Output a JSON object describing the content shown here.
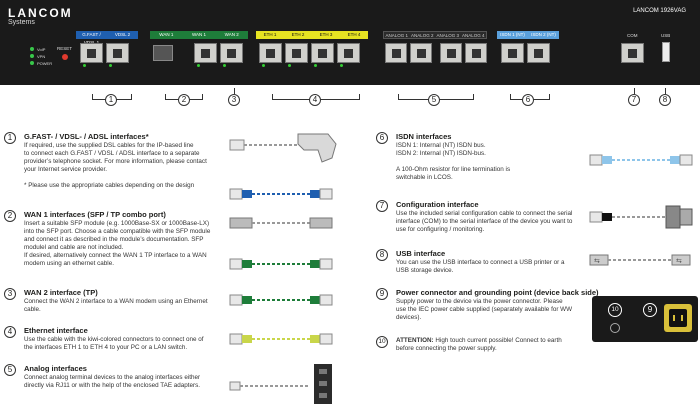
{
  "device": {
    "brand": "LANCOM",
    "brand_sub": "Systems",
    "model": "LANCOM 1926VAG",
    "leds": [
      "VoIP",
      "VPN",
      "POWER"
    ],
    "reset_label": "RESET",
    "com_label": "COM",
    "usb_label": "USB",
    "port_groups": [
      {
        "id": "dsl",
        "labels": [
          "G.FAST / VDSL 1",
          "VDSL 2"
        ],
        "ports": 2,
        "color": "#1f5fb0",
        "text_color": "#ffffff"
      },
      {
        "id": "wan1",
        "labels": [
          "WAN 1"
        ],
        "ports": 0,
        "color": "#1e7d3a",
        "text_color": "#ffffff"
      },
      {
        "id": "wan2",
        "labels": [
          "WAN 1",
          "WAN 2"
        ],
        "ports": 2,
        "color": "#1e7d3a",
        "text_color": "#ffffff"
      },
      {
        "id": "eth",
        "labels": [
          "ETH 1",
          "ETH 2",
          "ETH 3",
          "ETH 4"
        ],
        "ports": 4,
        "color": "#e6e322",
        "text_color": "#111111"
      },
      {
        "id": "analog",
        "labels": [
          "ANALOG 1",
          "ANALOG 2",
          "ANALOG 3",
          "ANALOG 4"
        ],
        "ports": 4,
        "color": "#2b2b2b",
        "text_color": "#cccccc"
      },
      {
        "id": "isdn",
        "labels": [
          "ISDN 1 (NT)",
          "ISDN 2 (NT)"
        ],
        "ports": 2,
        "color": "#5aa0dc",
        "text_color": "#ffffff"
      }
    ]
  },
  "callout_numbers": [
    "1",
    "2",
    "3",
    "4",
    "5",
    "6",
    "7",
    "8"
  ],
  "items": [
    {
      "num": "1",
      "title": "G.FAST- / VDSL- / ADSL interfaces*",
      "body": [
        "If required, use the supplied DSL cables for the IP-based line",
        "to connect each G.FAST / VDSL / ADSL interface to a separate",
        "provider’s telephone socket. For more information, please contact",
        "your Internet service provider.",
        "",
        "* Please use the appropriate cables depending on the design"
      ]
    },
    {
      "num": "2",
      "title": "WAN 1 interfaces (SFP / TP combo port)",
      "body": [
        "Insert a suitable SFP module (e.g. 1000Base-SX or 1000Base-LX)",
        "into the SFP port. Choose a cable compatible with the SFP module",
        "and connect it as described in the module’s documentation. SFP",
        "modulel and cable are not included.",
        "If desired, alternatively connect the WAN 1 TP interface to a WAN",
        "modem using an ethernet cable."
      ]
    },
    {
      "num": "3",
      "title": "WAN 2 interface (TP)",
      "body": [
        "Connect the WAN 2 interface to a WAN modem using an Ethernet",
        "cable."
      ]
    },
    {
      "num": "4",
      "title": "Ethernet interface",
      "body": [
        "Use the cable with the kiwi-colored connectors to connect one of",
        "the interfaces ETH 1 to ETH 4 to your PC or a LAN switch."
      ]
    },
    {
      "num": "5",
      "title": "Analog interfaces",
      "body": [
        "Connect analog terminal devices to the analog interfaces either",
        "directly via RJ11 or with the help of the enclosed TAE adapters."
      ]
    },
    {
      "num": "6",
      "title": "ISDN interfaces",
      "body": [
        "ISDN 1: Internal (NT) ISDN bus.",
        "ISDN 2: Internal (NT) ISDN-bus.",
        "",
        "A 100-Ohm resistor for line termination is",
        "switchable in LCOS."
      ]
    },
    {
      "num": "7",
      "title": "Configuration interface",
      "body": [
        "Use the included serial configuration cable to connect the serial",
        "interface (COM) to the serial interface of the device you want to",
        "use for configuring / monitoring."
      ]
    },
    {
      "num": "8",
      "title": "USB interface",
      "body": [
        "You can use the USB interface to connect a USB printer or a",
        "USB storage device."
      ]
    },
    {
      "num": "9",
      "title": "Power connector and grounding point (device back side)",
      "body": [
        "Supply power to the device via the power connector. Please",
        "use the IEC power cable supplied (separately available for WW",
        "devices)."
      ]
    },
    {
      "num": "10",
      "title": "",
      "attention_label": "ATTENTION:",
      "attention_text": "High touch current possible! Connect to earth",
      "body": [
        "before connecting the power supply."
      ]
    }
  ],
  "back_panel": {
    "numbers": [
      "10",
      "9"
    ]
  },
  "colors": {
    "dsl": "#1f5fb0",
    "wan": "#1e7d3a",
    "eth": "#c9d64a",
    "isdn": "#8ec5ea",
    "analog": "#2b2b2b"
  }
}
